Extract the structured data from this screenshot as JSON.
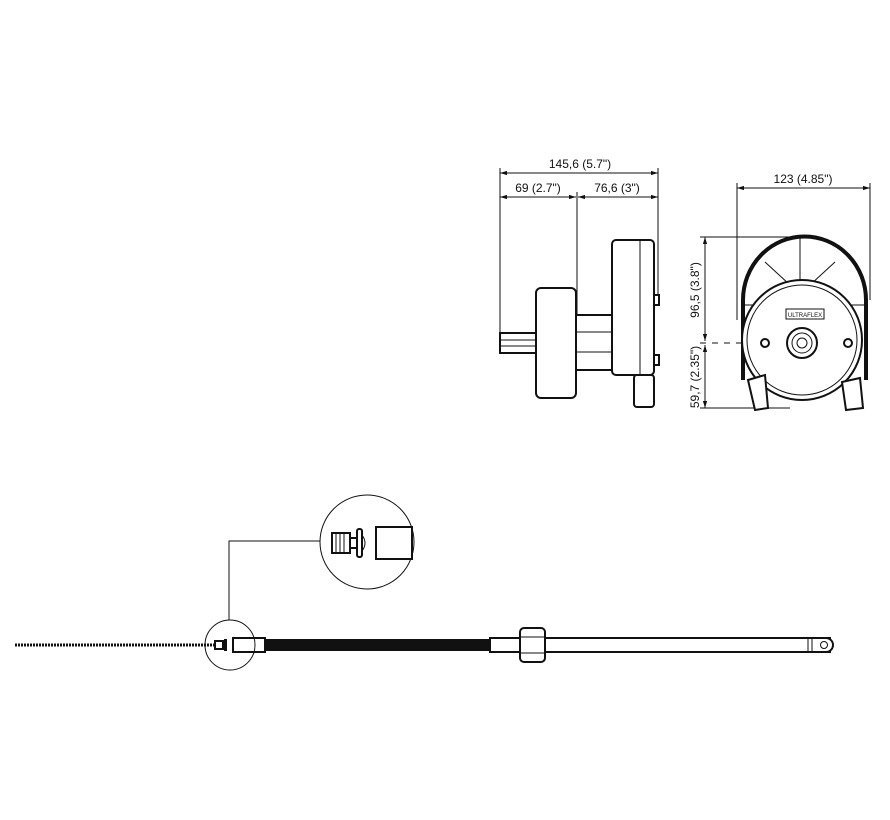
{
  "side_view": {
    "overall_width": "145,6 (5.7\")",
    "rear_depth": "69 (2.7\")",
    "front_depth": "76,6 (3\")"
  },
  "front_view": {
    "width": "123 (4.85\")",
    "upper_height": "96,5 (3.8\")",
    "lower_height": "59,7 (2.35\")",
    "logo_text": "ULTRAFLEX"
  },
  "cable": {
    "detail_callout": "fitting-detail"
  },
  "colors": {
    "line": "#111111",
    "background": "#ffffff"
  }
}
